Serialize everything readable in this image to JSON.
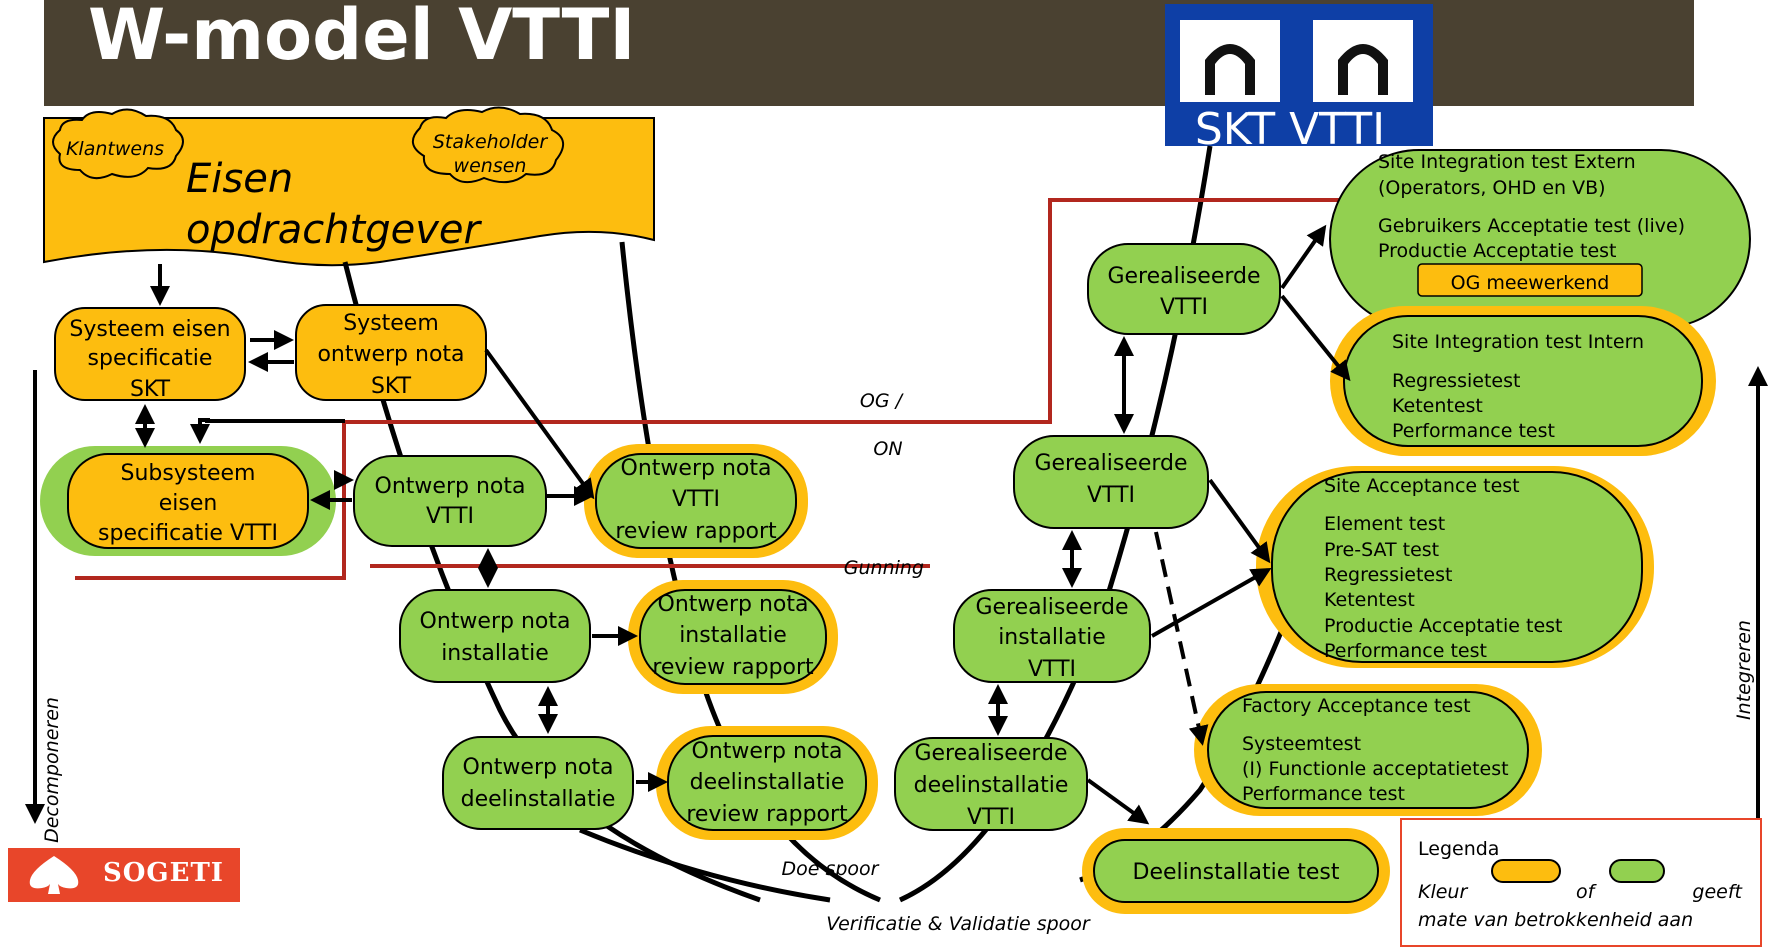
{
  "title": "W-model VTTI",
  "logo_badge": {
    "label": "SKT VTTI",
    "icon": "tunnel-icon"
  },
  "colors": {
    "orange": "#fdbd0f",
    "green": "#92d050",
    "red_line": "#b2271e",
    "brand": "#e8462a",
    "title_bg": "#4a4131",
    "badge_blue": "#0e3fa6"
  },
  "requirements": {
    "title_line1": "Eisen",
    "title_line2": "opdrachtgever",
    "cloud1": "Klantwens",
    "cloud2_line1": "Stakeholder",
    "cloud2_line2": "wensen"
  },
  "nodes": {
    "systeem_eisen": [
      "Systeem eisen",
      "specificatie",
      "SKT"
    ],
    "systeem_ontwerp": [
      "Systeem",
      "ontwerp nota",
      "SKT"
    ],
    "subsysteem": [
      "Subsysteem",
      "eisen",
      "specificatie VTTI"
    ],
    "ontwerp_vtti": [
      "Ontwerp nota",
      "VTTI"
    ],
    "review_vtti": [
      "Ontwerp nota",
      "VTTI",
      "review rapport"
    ],
    "ontwerp_installatie": [
      "Ontwerp nota",
      "installatie"
    ],
    "review_installatie": [
      "Ontwerp nota",
      "installatie",
      "review rapport"
    ],
    "ontwerp_deel": [
      "Ontwerp nota",
      "deelinstallatie"
    ],
    "review_deel": [
      "Ontwerp nota",
      "deelinstallatie",
      "review rapport"
    ],
    "ger_vtti_top": [
      "Gerealiseerde",
      "VTTI"
    ],
    "ger_vtti_mid": [
      "Gerealiseerde",
      "VTTI"
    ],
    "ger_installatie": [
      "Gerealiseerde",
      "installatie",
      "VTTI"
    ],
    "ger_deel": [
      "Gerealiseerde",
      "deelinstallatie",
      "VTTI"
    ],
    "deel_test": [
      "Deelinstallatie test"
    ]
  },
  "tests": {
    "site_extern": [
      "Site Integration test Extern",
      "(Operators, OHD en VB)",
      "",
      "Gebruikers Acceptatie test (live)",
      "Productie Acceptatie test"
    ],
    "og_meewerkend": "OG meewerkend",
    "site_intern": [
      "Site Integration test Intern",
      "",
      "Regressietest",
      "Ketentest",
      "Performance test"
    ],
    "site_acceptance": [
      "Site Acceptance test",
      "",
      "Element test",
      "Pre-SAT test",
      "Regressietest",
      "Ketentest",
      "Productie Acceptatie test",
      "Performance test"
    ],
    "factory": [
      "Factory Acceptance test",
      "",
      "Systeemtest",
      "(I) Functionle acceptatietest",
      "Performance test"
    ]
  },
  "labels": {
    "og_on_1": "OG /",
    "og_on_2": "ON",
    "gunning": "Gunning",
    "doe_spoor": "Doe spoor",
    "vv_spoor": "Verificatie & Validatie spoor",
    "decomponeren": "Decomponeren",
    "integreren": "Integreren"
  },
  "legend": {
    "title": "Legenda",
    "text_w1": "Kleur",
    "text_w2": "of",
    "text_w3": "geeft",
    "text_line2": "mate van betrokkenheid aan",
    "swatch1": "orange",
    "swatch2": "green"
  },
  "brand": {
    "name": "SOGETI",
    "icon": "spade-icon"
  }
}
